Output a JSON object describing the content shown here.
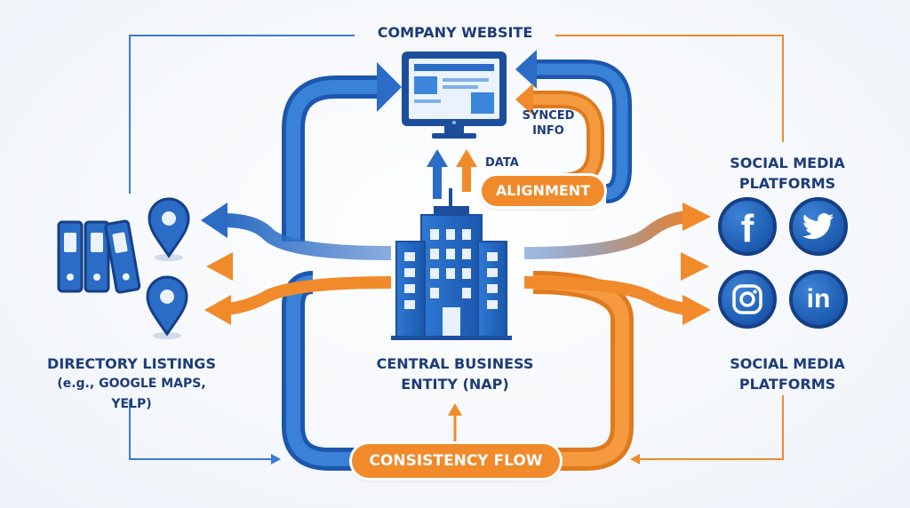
{
  "labels": {
    "company_website": "COMPANY WEBSITE",
    "social_top_line1": "SOCIAL MEDIA",
    "social_top_line2": "PLATFORMS",
    "social_bottom_line1": "SOCIAL MEDIA",
    "social_bottom_line2": "PLATFORMS",
    "directory_line1": "DIRECTORY LISTINGS",
    "directory_line2": "(e.g., GOOGLE MAPS,",
    "directory_line3": "YELP)",
    "central_line1": "CENTRAL BUSINESS",
    "central_line2": "ENTITY (NAP)",
    "synced_line1": "SYNCED",
    "synced_line2": "INFO",
    "data": "DATA",
    "alignment": "ALIGNMENT",
    "consistency_flow": "CONSISTENCY FLOW"
  },
  "social_icons": {
    "facebook_glyph": "f",
    "instagram": "instagram-icon",
    "linkedin_glyph": "in",
    "twitter": "twitter-bird-icon"
  },
  "colors": {
    "blue": "#1f66c1",
    "dark_blue": "#1c3c78",
    "orange": "#f08a2a",
    "line_blue": "#3a7bd5",
    "line_orange": "#f08a2a"
  }
}
